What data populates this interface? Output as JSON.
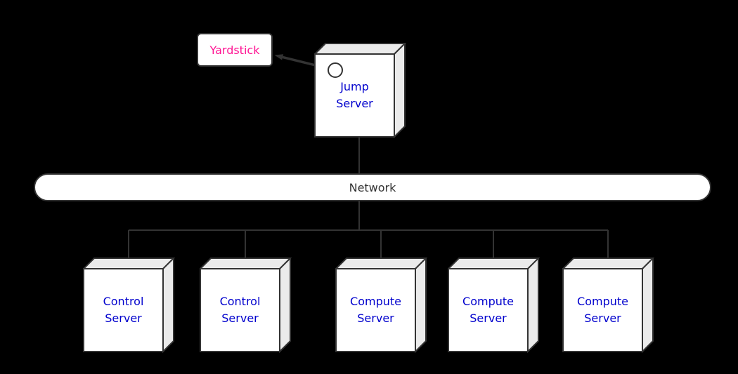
{
  "diagram": {
    "colors": {
      "background": "#000000",
      "line": "#333333",
      "node_fill": "#ffffff",
      "node_shade": "#ebebeb",
      "node_border": "#333333",
      "server_label": "#0000cd",
      "yardstick_label": "#ff1493",
      "network_label": "#333333"
    },
    "yardstick": {
      "label": "Yardstick"
    },
    "jump_server": {
      "label": "Jump\nServer"
    },
    "network": {
      "label": "Network"
    },
    "servers": [
      {
        "label": "Control\nServer"
      },
      {
        "label": "Control\nServer"
      },
      {
        "label": "Compute\nServer"
      },
      {
        "label": "Compute\nServer"
      },
      {
        "label": "Compute\nServer"
      }
    ]
  }
}
